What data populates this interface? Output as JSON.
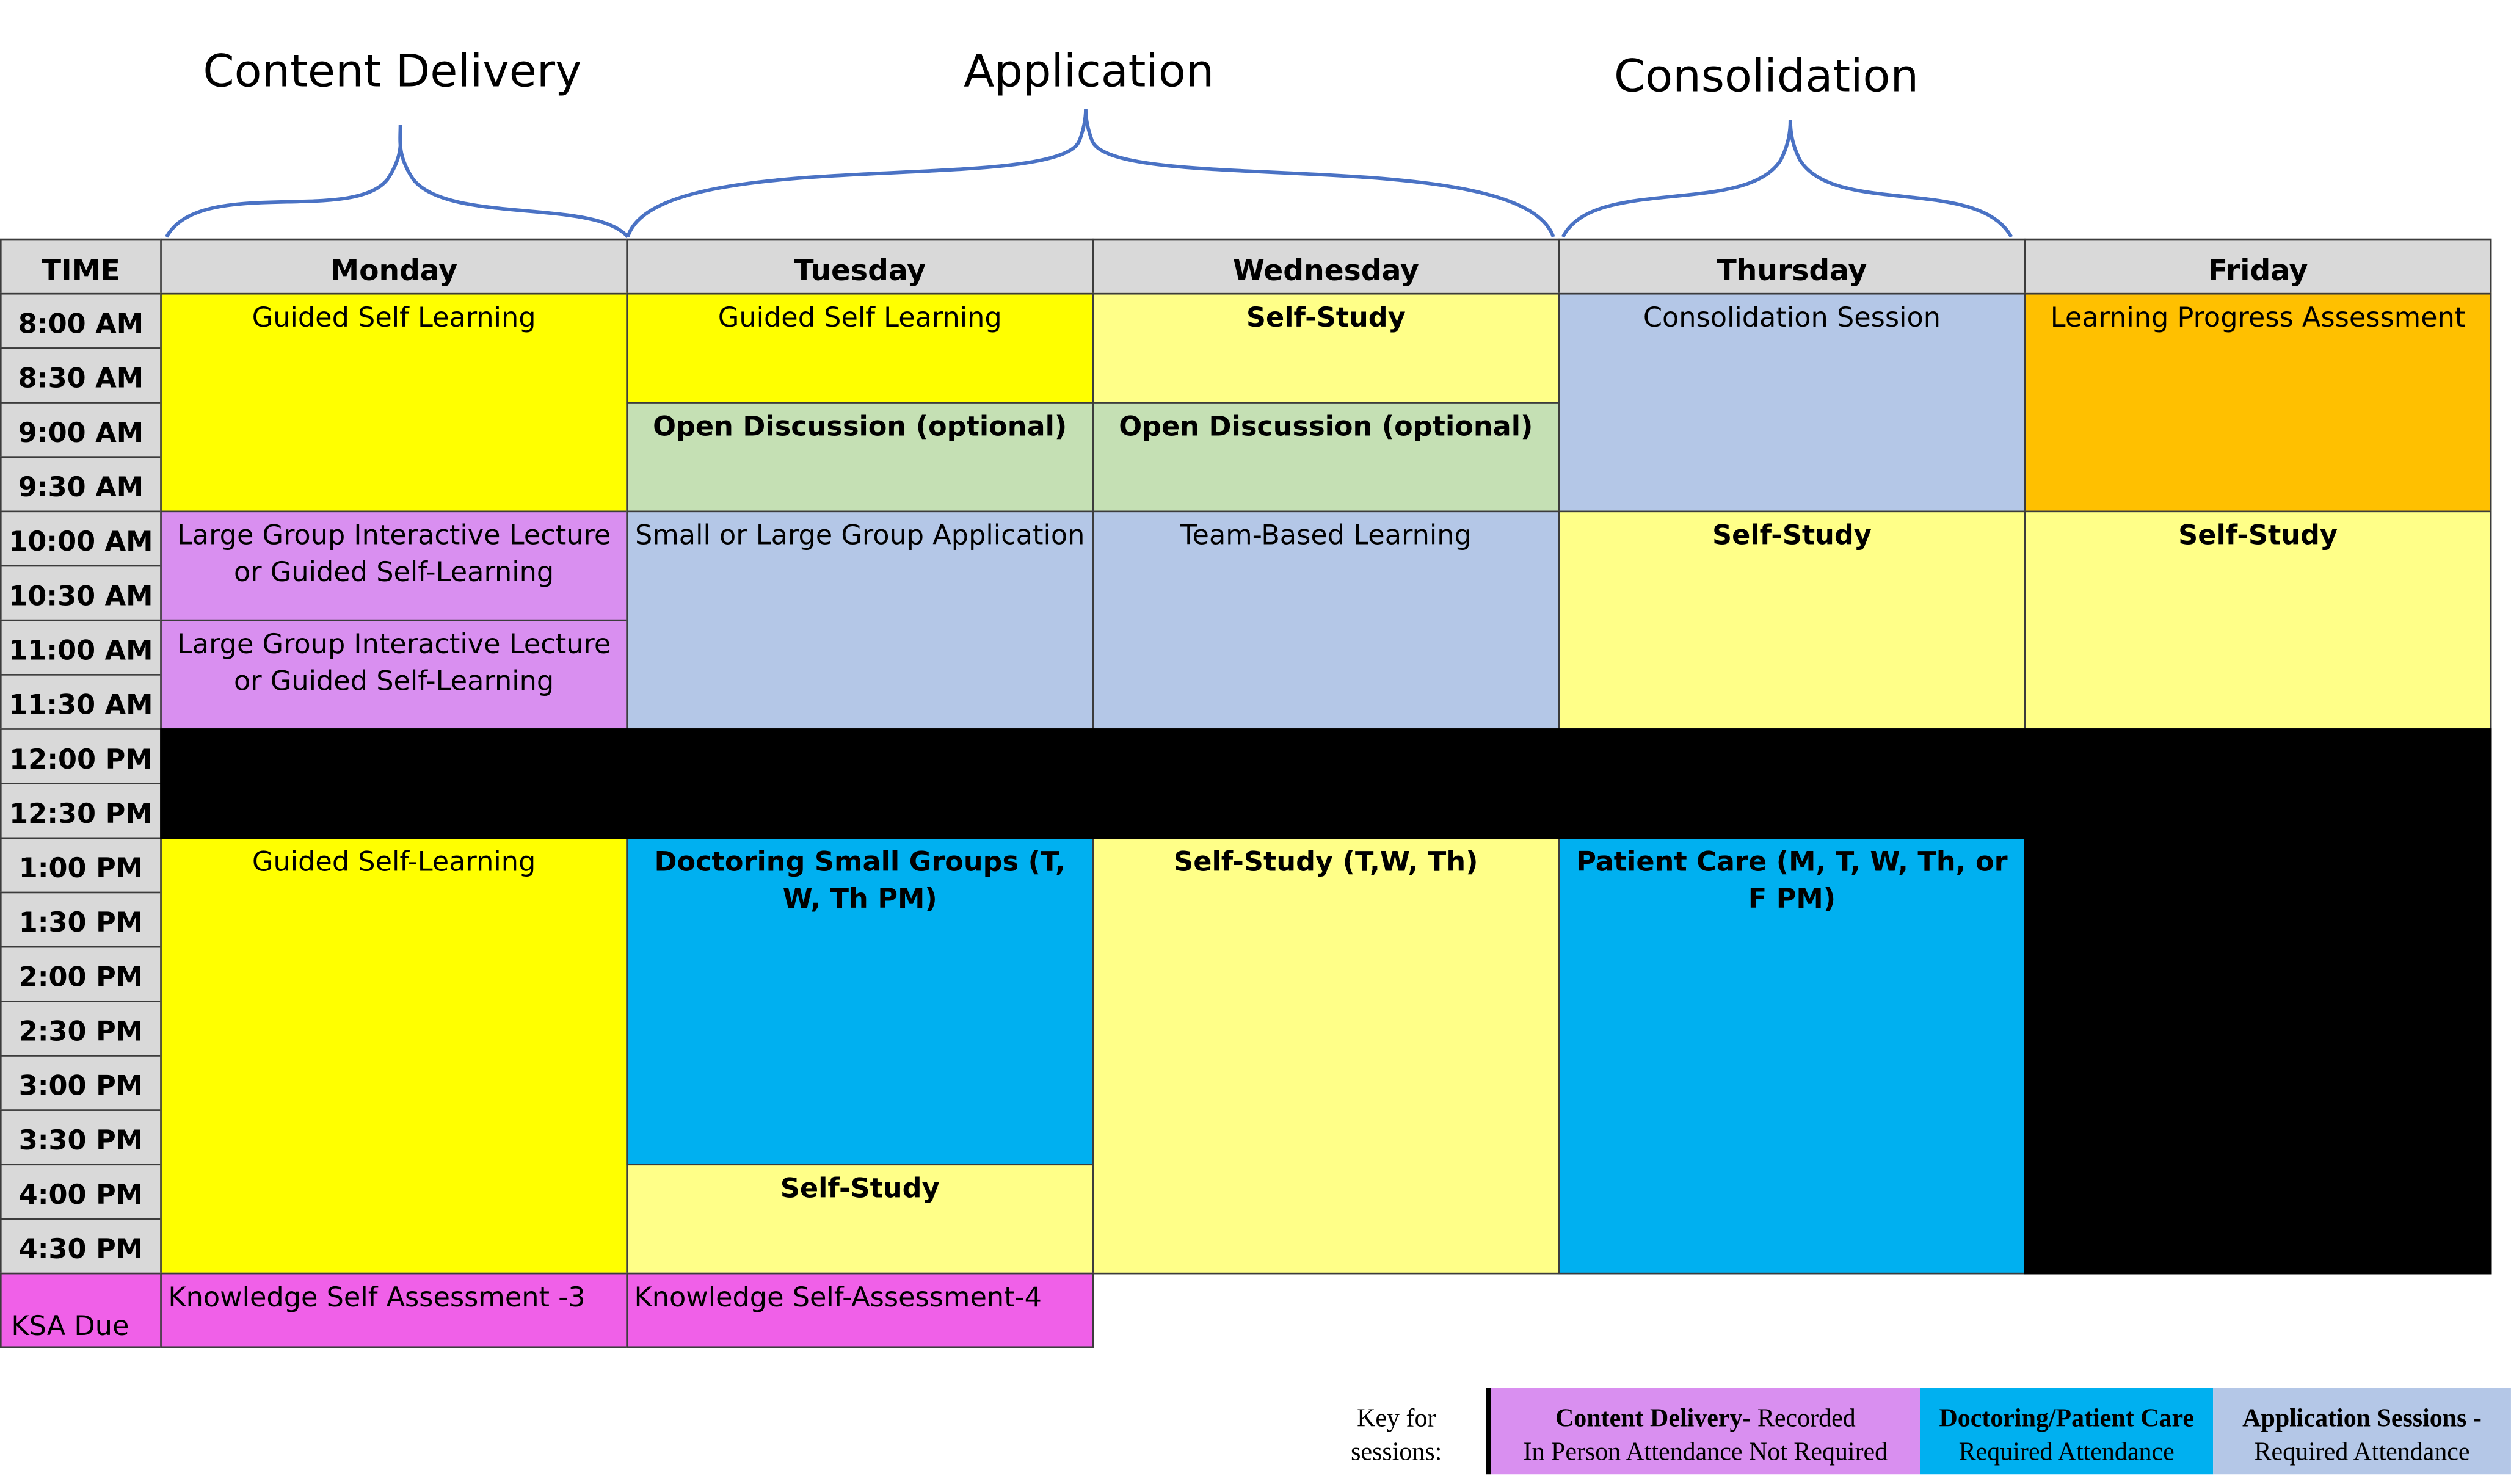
{
  "phases": [
    "Content Delivery",
    "Application",
    "Consolidation"
  ],
  "columns": [
    "TIME",
    "Monday",
    "Tuesday",
    "Wednesday",
    "Thursday",
    "Friday"
  ],
  "times": [
    "8:00 AM",
    "8:30 AM",
    "9:00 AM",
    "9:30 AM",
    "10:00 AM",
    "10:30 AM",
    "11:00 AM",
    "11:30 AM",
    "12:00 PM",
    "12:30 PM",
    "1:00 PM",
    "1:30 PM",
    "2:00 PM",
    "2:30 PM",
    "3:00 PM",
    "3:30 PM",
    "4:00 PM",
    "4:30 PM"
  ],
  "sessions": [
    {
      "day": 1,
      "start": 0,
      "span": 4,
      "label": "Guided Self Learning",
      "bold": false,
      "color": "#ffff00"
    },
    {
      "day": 1,
      "start": 4,
      "span": 2,
      "label": "Large Group Interactive Lecture or Guided Self-Learning",
      "bold": false,
      "color": "#d98ff0"
    },
    {
      "day": 1,
      "start": 6,
      "span": 2,
      "label": "Large Group Interactive Lecture or Guided Self-Learning",
      "bold": false,
      "color": "#d98ff0"
    },
    {
      "day": 1,
      "start": 10,
      "span": 8,
      "label": "Guided Self-Learning",
      "bold": false,
      "color": "#ffff00"
    },
    {
      "day": 2,
      "start": 0,
      "span": 2,
      "label": "Guided Self Learning",
      "bold": false,
      "color": "#ffff00"
    },
    {
      "day": 2,
      "start": 2,
      "span": 2,
      "label": "Open Discussion (optional)",
      "bold": true,
      "color": "#c5e0b4"
    },
    {
      "day": 2,
      "start": 4,
      "span": 4,
      "label": "Small or Large Group Application",
      "bold": false,
      "color": "#b4c7e7"
    },
    {
      "day": 2,
      "start": 10,
      "span": 6,
      "label": "Doctoring Small Groups (T, W, Th PM)",
      "bold": true,
      "color": "#00b0f0"
    },
    {
      "day": 2,
      "start": 16,
      "span": 2,
      "label": "Self-Study",
      "bold": true,
      "color": "#ffff88"
    },
    {
      "day": 3,
      "start": 0,
      "span": 2,
      "label": "Self-Study",
      "bold": true,
      "color": "#ffff88"
    },
    {
      "day": 3,
      "start": 2,
      "span": 2,
      "label": "Open Discussion (optional)",
      "bold": true,
      "color": "#c5e0b4"
    },
    {
      "day": 3,
      "start": 4,
      "span": 4,
      "label": "Team-Based Learning",
      "bold": false,
      "color": "#b4c7e7"
    },
    {
      "day": 3,
      "start": 10,
      "span": 8,
      "label": "Self-Study (T,W, Th)",
      "bold": true,
      "color": "#ffff88"
    },
    {
      "day": 4,
      "start": 0,
      "span": 4,
      "label": "Consolidation Session",
      "bold": false,
      "color": "#b4c7e7"
    },
    {
      "day": 4,
      "start": 4,
      "span": 4,
      "label": "Self-Study",
      "bold": true,
      "color": "#ffff88"
    },
    {
      "day": 4,
      "start": 10,
      "span": 8,
      "label": "Patient Care (M, T, W, Th, or F PM)",
      "bold": true,
      "color": "#00b0f0"
    },
    {
      "day": 5,
      "start": 0,
      "span": 4,
      "label": "Learning Progress Assessment",
      "bold": false,
      "color": "#ffc000"
    },
    {
      "day": 5,
      "start": 4,
      "span": 4,
      "label": "Self-Study",
      "bold": true,
      "color": "#ffff88"
    }
  ],
  "ksa": {
    "label": "KSA Due",
    "monday": "Knowledge Self Assessment -3",
    "tuesday": "Knowledge Self-Assessment-4"
  },
  "key": {
    "label": "Key for sessions:",
    "items": [
      {
        "bold": "Content Delivery-",
        "rest": " Recorded",
        "line2": "In Person Attendance Not Required",
        "color": "#d98ff0"
      },
      {
        "bold": "Doctoring/Patient Care",
        "rest": "",
        "line2": "Required Attendance",
        "color": "#00b0f0"
      },
      {
        "bold": "Application Sessions -",
        "rest": "",
        "line2": "Required Attendance",
        "color": "#b4c7e7"
      }
    ]
  },
  "colors": {
    "header": "#d9d9d9",
    "lunch": "#000000",
    "ksa": "#f060e8",
    "brace": "#4a72c4"
  }
}
